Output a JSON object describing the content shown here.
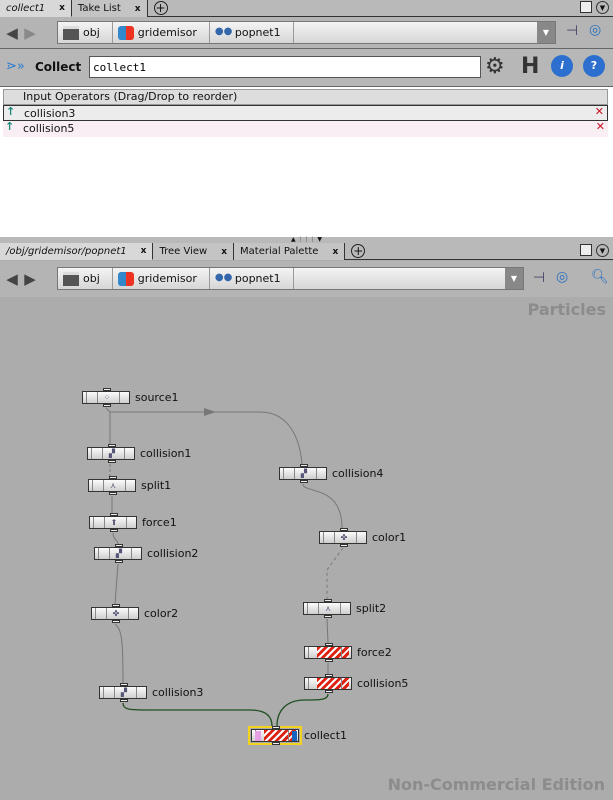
{
  "top_pane": {
    "tabs": [
      {
        "label": "collect1",
        "active": true
      },
      {
        "label": "Take List"
      }
    ],
    "path": [
      "obj",
      "gridemisor",
      "popnet1"
    ],
    "op_type": "Collect",
    "op_name": "collect1",
    "table_header": "Input Operators (Drag/Drop to reorder)",
    "inputs": [
      "collision3",
      "collision5"
    ]
  },
  "bottom_pane": {
    "tabs": [
      {
        "label": "/obj/gridemisor/popnet1",
        "active": true
      },
      {
        "label": "Tree View"
      },
      {
        "label": "Material Palette"
      }
    ],
    "path": [
      "obj",
      "gridemisor",
      "popnet1"
    ],
    "context_label": "Particles",
    "watermark": "Non-Commercial Edition"
  },
  "nodes": [
    {
      "name": "source1",
      "icon": "source-icon"
    },
    {
      "name": "collision1",
      "icon": "collision-icon"
    },
    {
      "name": "split1",
      "icon": "split-icon"
    },
    {
      "name": "force1",
      "icon": "force-icon"
    },
    {
      "name": "collision2",
      "icon": "collision-icon"
    },
    {
      "name": "color2",
      "icon": "color-icon"
    },
    {
      "name": "collision3",
      "icon": "collision-icon"
    },
    {
      "name": "collision4",
      "icon": "collision-icon"
    },
    {
      "name": "color1",
      "icon": "color-icon"
    },
    {
      "name": "split2",
      "icon": "split-icon"
    },
    {
      "name": "force2",
      "icon": "force-icon",
      "bypassed": true
    },
    {
      "name": "collision5",
      "icon": "collision-icon",
      "bypassed": true
    },
    {
      "name": "collect1",
      "icon": "collect-icon",
      "bypassed": true,
      "selected": true
    }
  ],
  "colors": {
    "wire": "#777777",
    "active_wire": "#1f4f1f",
    "selection": "#f2d21c",
    "bypass": "#dd2211"
  }
}
